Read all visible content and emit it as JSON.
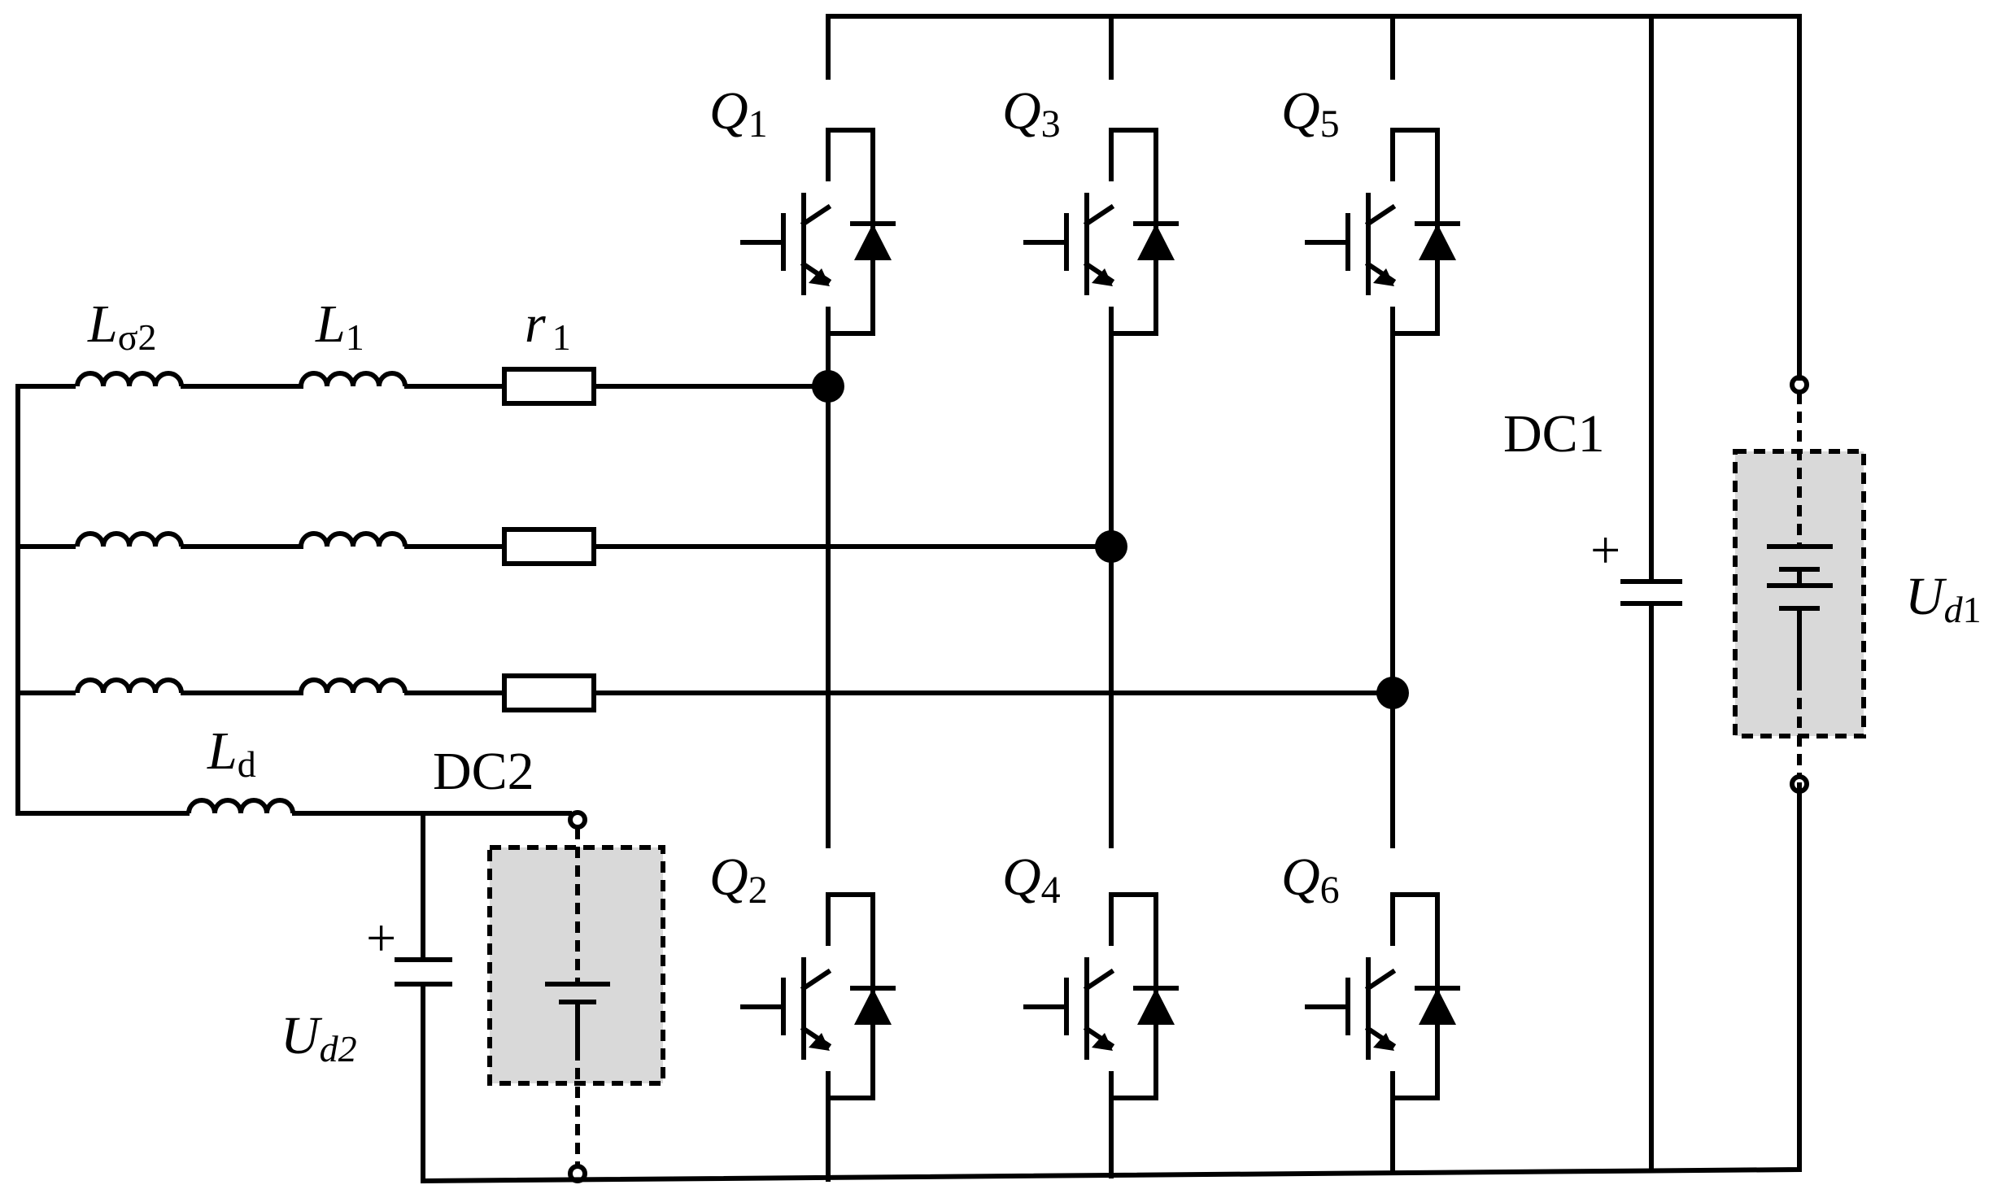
{
  "switches": {
    "q1": {
      "letter": "Q",
      "sub": "1"
    },
    "q2": {
      "letter": "Q",
      "sub": "2"
    },
    "q3": {
      "letter": "Q",
      "sub": "3"
    },
    "q4": {
      "letter": "Q",
      "sub": "4"
    },
    "q5": {
      "letter": "Q",
      "sub": "5"
    },
    "q6": {
      "letter": "Q",
      "sub": "6"
    }
  },
  "phase_a": {
    "l_sigma2": {
      "letter": "L",
      "sub": "σ2"
    },
    "l1": {
      "letter": "L",
      "sub": "1"
    },
    "r1": {
      "letter": "r",
      "sub": "1"
    }
  },
  "neutral": {
    "ld": {
      "letter": "L",
      "sub": "d"
    }
  },
  "dc1": {
    "name": "DC1",
    "plus": "+",
    "source": {
      "letter": "U",
      "sub_italic": "d",
      "sub_upright": "1"
    }
  },
  "dc2": {
    "name": "DC2",
    "plus": "+",
    "source": {
      "letter": "U",
      "sub_italic": "d",
      "sub_upright": "2"
    }
  }
}
